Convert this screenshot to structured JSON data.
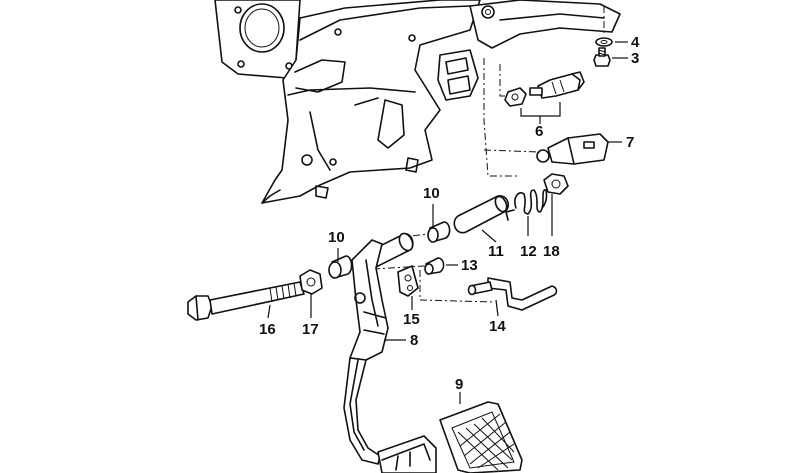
{
  "callouts": [
    {
      "id": "c3",
      "text": "3"
    },
    {
      "id": "c4",
      "text": "4"
    },
    {
      "id": "c6",
      "text": "6"
    },
    {
      "id": "c7",
      "text": "7"
    },
    {
      "id": "c8",
      "text": "8"
    },
    {
      "id": "c9",
      "text": "9"
    },
    {
      "id": "c10a",
      "text": "10"
    },
    {
      "id": "c10b",
      "text": "10"
    },
    {
      "id": "c11",
      "text": "11"
    },
    {
      "id": "c12",
      "text": "12"
    },
    {
      "id": "c13",
      "text": "13"
    },
    {
      "id": "c14",
      "text": "14"
    },
    {
      "id": "c15",
      "text": "15"
    },
    {
      "id": "c16",
      "text": "16"
    },
    {
      "id": "c17",
      "text": "17"
    },
    {
      "id": "c18",
      "text": "18"
    }
  ]
}
